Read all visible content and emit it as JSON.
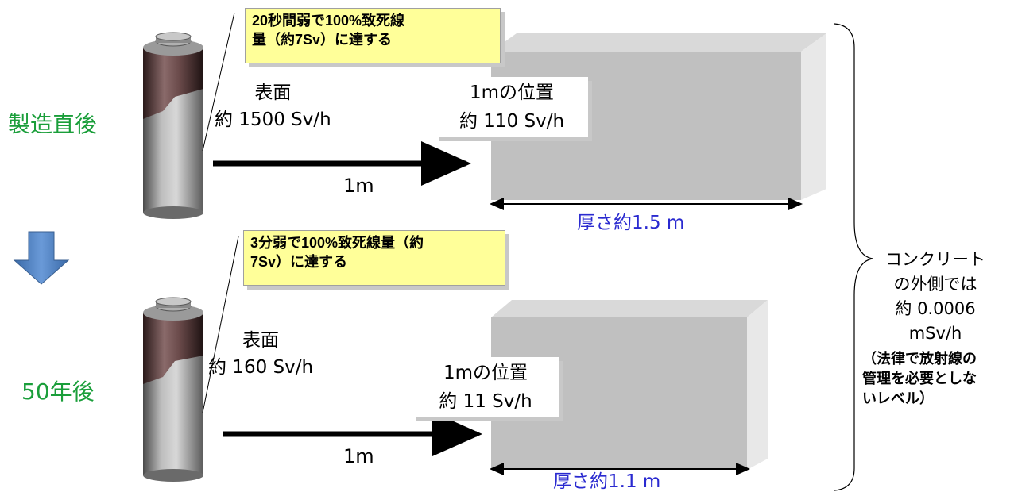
{
  "stages": [
    {
      "label": "製造直後",
      "callout": [
        "20秒間弱で100%致死線",
        "量（約7Sv）に達する"
      ],
      "surface_title": "表面",
      "surface_dose": "約 1500 Sv/h",
      "distance": "1m",
      "at1m_title": "1mの位置",
      "at1m_dose": "約 110 Sv/h",
      "thickness": "厚さ約1.5 m"
    },
    {
      "label": "50年後",
      "callout": [
        "3分弱で100%致死線量（約",
        "7Sv）に達する"
      ],
      "surface_title": "表面",
      "surface_dose": "約 160 Sv/h",
      "distance": "1m",
      "at1m_title": "1mの位置",
      "at1m_dose": "約 11 Sv/h",
      "thickness": "厚さ約1.1 m"
    }
  ],
  "outside": {
    "lines": [
      "コンクリート",
      "の外側では",
      "約 0.0006",
      "mSv/h"
    ],
    "note": [
      "（法律で放射線の",
      "管理を必要としな",
      "いレベル）"
    ]
  },
  "colors": {
    "stage_label": "#1a9e3a",
    "thickness_text": "#2a2ad0",
    "callout_bg": "#ffff99",
    "down_arrow": "#4f81bd"
  }
}
